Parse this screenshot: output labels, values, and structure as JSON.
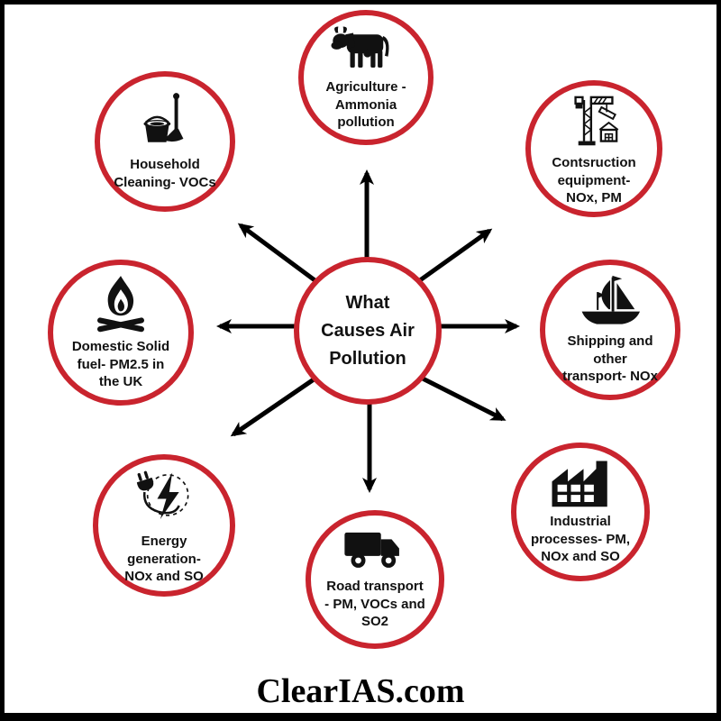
{
  "colors": {
    "ring": "#c9242e",
    "ink": "#111111",
    "background": "#ffffff"
  },
  "center": {
    "label": "What\nCauses Air\nPollution"
  },
  "nodes": [
    {
      "id": "agriculture",
      "position": "top",
      "icon": "cow-icon",
      "label": "Agriculture -\nAmmonia\npollution"
    },
    {
      "id": "construction",
      "position": "top-right",
      "icon": "crane-icon",
      "label": "Contsruction\nequipment-\nNOx, PM"
    },
    {
      "id": "shipping",
      "position": "right",
      "icon": "ship-icon",
      "label": "Shipping and\nother\ntransport- NOx"
    },
    {
      "id": "industrial",
      "position": "bottom-right",
      "icon": "factory-icon",
      "label": "Industrial\nprocesses- PM,\nNOx and SO"
    },
    {
      "id": "road",
      "position": "bottom",
      "icon": "truck-icon",
      "label": "Road transport\n- PM, VOCs and\nSO2"
    },
    {
      "id": "energy",
      "position": "bottom-left",
      "icon": "plug-bolt-icon",
      "label": "Energy\ngeneration-\nNOx and SO"
    },
    {
      "id": "domestic",
      "position": "left",
      "icon": "campfire-icon",
      "label": "Domestic Solid\nfuel- PM2.5 in\nthe UK"
    },
    {
      "id": "household",
      "position": "top-left",
      "icon": "mop-bucket-icon",
      "label": "Household\nCleaning- VOCs"
    }
  ],
  "footer": {
    "brand": "ClearIAS.com"
  }
}
